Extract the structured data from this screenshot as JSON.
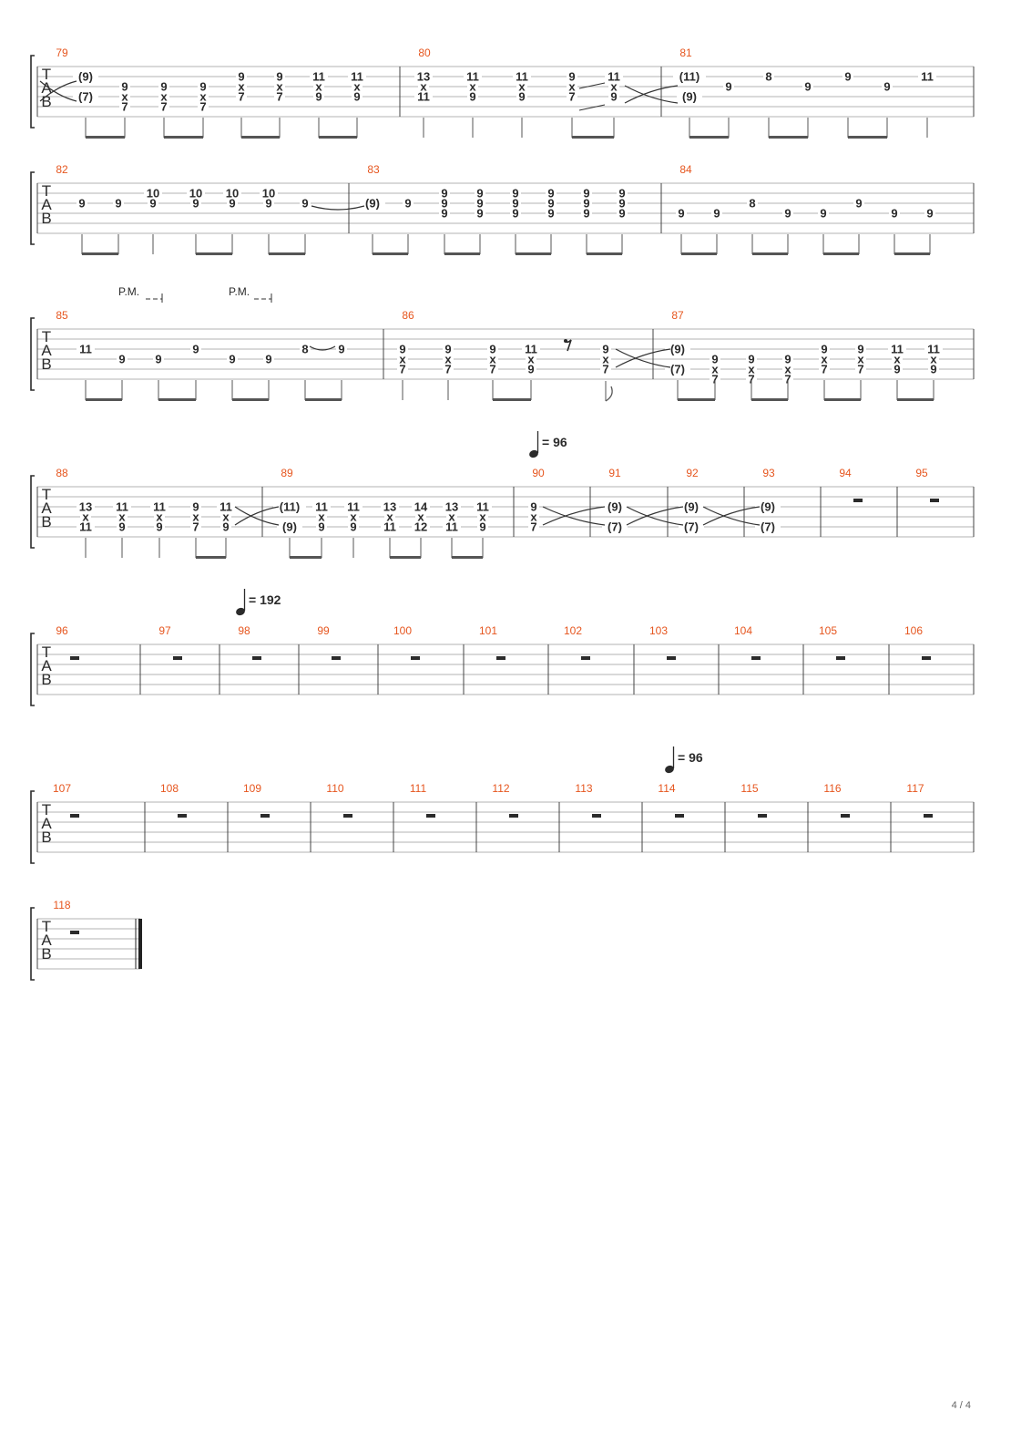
{
  "page": {
    "number": "4 / 4"
  },
  "tab_letters": [
    "T",
    "A",
    "B"
  ],
  "tempo_markings": [
    {
      "label": "= 96",
      "measure": 90
    },
    {
      "label": "= 192",
      "measure": 98
    },
    {
      "label": "= 96",
      "measure": 114
    }
  ],
  "palm_mute_label": "P.M.",
  "systems": [
    {
      "measures": [
        {
          "num": "79",
          "beats": [
            [
              [
                "(9)",
                2
              ],
              [
                "(7)",
                4
              ]
            ],
            [
              [
                "9",
                3
              ],
              [
                "x",
                4
              ],
              [
                "7",
                5
              ]
            ],
            [
              [
                "9",
                3
              ],
              [
                "x",
                4
              ],
              [
                "7",
                5
              ]
            ],
            [
              [
                "9",
                3
              ],
              [
                "x",
                4
              ],
              [
                "7",
                5
              ]
            ],
            [
              [
                "9",
                2
              ],
              [
                "x",
                3
              ],
              [
                "7",
                4
              ]
            ],
            [
              [
                "9",
                2
              ],
              [
                "x",
                3
              ],
              [
                "7",
                4
              ]
            ],
            [
              [
                "11",
                2
              ],
              [
                "x",
                3
              ],
              [
                "9",
                4
              ]
            ],
            [
              [
                "11",
                2
              ],
              [
                "x",
                3
              ],
              [
                "9",
                4
              ]
            ]
          ]
        },
        {
          "num": "80",
          "beats": [
            [
              [
                "13",
                2
              ],
              [
                "x",
                3
              ],
              [
                "11",
                4
              ]
            ],
            [
              [
                "11",
                2
              ],
              [
                "x",
                3
              ],
              [
                "9",
                4
              ]
            ],
            [
              [
                "11",
                2
              ],
              [
                "x",
                3
              ],
              [
                "9",
                4
              ]
            ],
            [
              [
                "9",
                2
              ],
              [
                "x",
                3
              ],
              [
                "7",
                4
              ]
            ],
            [
              [
                "11",
                2
              ],
              [
                "x",
                3
              ],
              [
                "9",
                4
              ]
            ]
          ]
        },
        {
          "num": "81",
          "beats": [
            [
              [
                "(11)",
                2
              ],
              [
                "(9)",
                4
              ]
            ],
            [
              [
                "9",
                3
              ]
            ],
            [
              [
                "8",
                2
              ]
            ],
            [
              [
                "9",
                3
              ]
            ],
            [
              [
                "9",
                2
              ]
            ],
            [
              [
                "9",
                3
              ]
            ],
            [
              [
                "11",
                2
              ]
            ]
          ]
        }
      ]
    },
    {
      "measures": [
        {
          "num": "82",
          "beats": [
            [
              [
                "9",
                3
              ]
            ],
            [
              [
                "9",
                3
              ]
            ],
            [
              [
                "10",
                2
              ],
              [
                "9",
                3
              ]
            ],
            [
              [
                "10",
                2
              ],
              [
                "9",
                3
              ]
            ],
            [
              [
                "10",
                2
              ],
              [
                "9",
                3
              ]
            ],
            [
              [
                "10",
                2
              ],
              [
                "9",
                3
              ]
            ],
            [
              [
                "9",
                3
              ]
            ]
          ]
        },
        {
          "num": "83",
          "beats": [
            [
              [
                "(9)",
                3
              ]
            ],
            [
              [
                "9",
                3
              ]
            ],
            [
              [
                "9",
                2
              ],
              [
                "9",
                3
              ],
              [
                "9",
                4
              ]
            ],
            [
              [
                "9",
                2
              ],
              [
                "9",
                3
              ],
              [
                "9",
                4
              ]
            ],
            [
              [
                "9",
                2
              ],
              [
                "9",
                3
              ],
              [
                "9",
                4
              ]
            ],
            [
              [
                "9",
                2
              ],
              [
                "9",
                3
              ],
              [
                "9",
                4
              ]
            ],
            [
              [
                "9",
                2
              ],
              [
                "9",
                3
              ],
              [
                "9",
                4
              ]
            ],
            [
              [
                "9",
                2
              ],
              [
                "9",
                3
              ],
              [
                "9",
                4
              ]
            ]
          ]
        },
        {
          "num": "84",
          "beats": [
            [
              [
                "9",
                4
              ]
            ],
            [
              [
                "9",
                4
              ]
            ],
            [
              [
                "8",
                3
              ]
            ],
            [
              [
                "9",
                4
              ]
            ],
            [
              [
                "9",
                4
              ]
            ],
            [
              [
                "9",
                3
              ]
            ],
            [
              [
                "9",
                4
              ]
            ],
            [
              [
                "9",
                4
              ]
            ]
          ]
        }
      ]
    },
    {
      "measures": [
        {
          "num": "85",
          "beats": [
            [
              [
                "11",
                3
              ]
            ],
            [
              [
                "9",
                4
              ]
            ],
            [
              [
                "9",
                4
              ]
            ],
            [
              [
                "9",
                3
              ]
            ],
            [
              [
                "9",
                4
              ]
            ],
            [
              [
                "9",
                4
              ]
            ],
            [
              [
                "8",
                3
              ]
            ],
            [
              [
                "9",
                3
              ]
            ]
          ]
        },
        {
          "num": "86",
          "beats": [
            [
              [
                "9",
                3
              ],
              [
                "x",
                4
              ],
              [
                "7",
                5
              ]
            ],
            [
              [
                "9",
                3
              ],
              [
                "x",
                4
              ],
              [
                "7",
                5
              ]
            ],
            [
              [
                "9",
                3
              ],
              [
                "x",
                4
              ],
              [
                "7",
                5
              ]
            ],
            [
              [
                "11",
                3
              ],
              [
                "x",
                4
              ],
              [
                "9",
                5
              ]
            ],
            [],
            [
              [
                "9",
                3
              ],
              [
                "x",
                4
              ],
              [
                "7",
                5
              ]
            ]
          ]
        },
        {
          "num": "87",
          "beats": [
            [
              [
                "(9)",
                3
              ],
              [
                "(7)",
                5
              ]
            ],
            [
              [
                "9",
                4
              ],
              [
                "x",
                5
              ],
              [
                "7",
                6
              ]
            ],
            [
              [
                "9",
                4
              ],
              [
                "x",
                5
              ],
              [
                "7",
                6
              ]
            ],
            [
              [
                "9",
                4
              ],
              [
                "x",
                5
              ],
              [
                "7",
                6
              ]
            ],
            [
              [
                "9",
                3
              ],
              [
                "x",
                4
              ],
              [
                "7",
                5
              ]
            ],
            [
              [
                "9",
                3
              ],
              [
                "x",
                4
              ],
              [
                "7",
                5
              ]
            ],
            [
              [
                "11",
                3
              ],
              [
                "x",
                4
              ],
              [
                "9",
                5
              ]
            ],
            [
              [
                "11",
                3
              ],
              [
                "x",
                4
              ],
              [
                "9",
                5
              ]
            ]
          ]
        }
      ]
    },
    {
      "measures": [
        {
          "num": "88",
          "beats": [
            [
              [
                "13",
                3
              ],
              [
                "x",
                4
              ],
              [
                "11",
                5
              ]
            ],
            [
              [
                "11",
                3
              ],
              [
                "x",
                4
              ],
              [
                "9",
                5
              ]
            ],
            [
              [
                "11",
                3
              ],
              [
                "x",
                4
              ],
              [
                "9",
                5
              ]
            ],
            [
              [
                "9",
                3
              ],
              [
                "x",
                4
              ],
              [
                "7",
                5
              ]
            ],
            [
              [
                "11",
                3
              ],
              [
                "x",
                4
              ],
              [
                "9",
                5
              ]
            ]
          ]
        },
        {
          "num": "89",
          "beats": [
            [
              [
                "(11)",
                3
              ],
              [
                "(9)",
                5
              ]
            ],
            [
              [
                "11",
                3
              ],
              [
                "x",
                4
              ],
              [
                "9",
                5
              ]
            ],
            [
              [
                "11",
                3
              ],
              [
                "x",
                4
              ],
              [
                "9",
                5
              ]
            ],
            [
              [
                "13",
                3
              ],
              [
                "x",
                4
              ],
              [
                "11",
                5
              ]
            ],
            [
              [
                "14",
                3
              ],
              [
                "x",
                4
              ],
              [
                "12",
                5
              ]
            ],
            [
              [
                "13",
                3
              ],
              [
                "x",
                4
              ],
              [
                "11",
                5
              ]
            ],
            [
              [
                "11",
                3
              ],
              [
                "x",
                4
              ],
              [
                "9",
                5
              ]
            ]
          ]
        },
        {
          "num": "90",
          "beats": [
            [
              [
                "9",
                3
              ],
              [
                "x",
                4
              ],
              [
                "7",
                5
              ]
            ]
          ]
        },
        {
          "num": "91",
          "beats": [
            [
              [
                "(9)",
                3
              ],
              [
                "(7)",
                5
              ]
            ]
          ]
        },
        {
          "num": "92",
          "beats": [
            [
              [
                "(9)",
                3
              ],
              [
                "(7)",
                5
              ]
            ]
          ]
        },
        {
          "num": "93",
          "beats": [
            [
              [
                "(9)",
                3
              ],
              [
                "(7)",
                5
              ]
            ]
          ]
        },
        {
          "num": "94",
          "beats": []
        },
        {
          "num": "95",
          "beats": []
        }
      ]
    },
    {
      "measures": [
        {
          "num": "96"
        },
        {
          "num": "97"
        },
        {
          "num": "98"
        },
        {
          "num": "99"
        },
        {
          "num": "100"
        },
        {
          "num": "101"
        },
        {
          "num": "102"
        },
        {
          "num": "103"
        },
        {
          "num": "104"
        },
        {
          "num": "105"
        },
        {
          "num": "106"
        }
      ]
    },
    {
      "measures": [
        {
          "num": "107"
        },
        {
          "num": "108"
        },
        {
          "num": "109"
        },
        {
          "num": "110"
        },
        {
          "num": "111"
        },
        {
          "num": "112"
        },
        {
          "num": "113"
        },
        {
          "num": "114"
        },
        {
          "num": "115"
        },
        {
          "num": "116"
        },
        {
          "num": "117"
        }
      ]
    },
    {
      "measures": [
        {
          "num": "118"
        }
      ]
    }
  ]
}
